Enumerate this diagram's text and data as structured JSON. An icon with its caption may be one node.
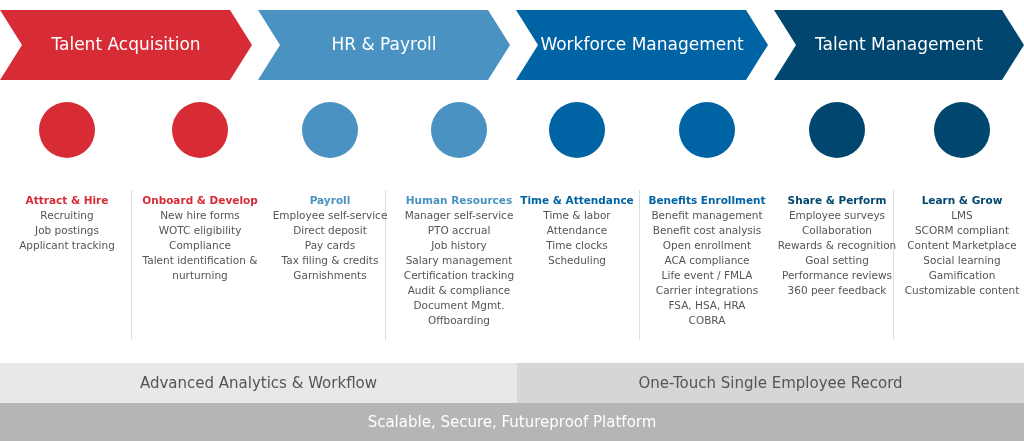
{
  "diagram": {
    "nodes": [
      {
        "text": [
          "Talent Acquisition"
        ]
      },
      {
        "text": [
          "HR & Payroll"
        ]
      },
      {
        "text": [
          "Workforce Management"
        ]
      },
      {
        "text": [
          "Talent Management"
        ]
      },
      {
        "text": [],
        "shape": "circle",
        "beside": [
          "Attract & Hire",
          "Recruiting",
          "Job postings",
          "Applicant tracking"
        ]
      },
      {
        "text": [],
        "shape": "circle",
        "beside": [
          "Onboard & Develop",
          "New hire forms",
          "WOTC eligibility",
          "Compliance",
          "Talent identification & nurturning"
        ]
      },
      {
        "text": [],
        "shape": "circle",
        "beside": [
          "Payroll",
          "Employee self-service",
          "Direct deposit",
          "Pay cards",
          "Tax filing & credits",
          "Garnishments"
        ]
      },
      {
        "text": [],
        "shape": "circle",
        "beside": [
          "Human Resources",
          "Manager self-service",
          "PTO accrual",
          "Job history",
          "Salary management",
          "Certification tracking",
          "Audit & compliance",
          "Document Mgmt.",
          "Offboarding"
        ]
      },
      {
        "text": [],
        "shape": "circle",
        "beside": [
          "Time & Attendance",
          "Time & labor",
          "Attendance",
          "Time clocks",
          "Scheduling"
        ]
      },
      {
        "text": [],
        "shape": "circle",
        "beside": [
          "Benefits Enrollment",
          "Benefit management",
          "Benefit cost analysis",
          "Open enrollment",
          "ACA compliance",
          "Life event / FMLA",
          "Carrier integrations",
          "FSA, HSA, HRA",
          "COBRA"
        ]
      },
      {
        "text": [],
        "shape": "circle",
        "beside": [
          "Share & Perform",
          "Employee surveys",
          "Collaboration",
          "Rewards & recognition",
          "Goal setting",
          "Performance reviews",
          "360 peer feedback"
        ]
      },
      {
        "text": [],
        "shape": "circle",
        "beside": [
          "Learn & Grow",
          "LMS",
          "SCORM compliant",
          "Content Marketplace",
          "Social learning",
          "Gamification",
          "Customizable content"
        ]
      },
      {
        "text": [
          "Advanced Analytics & Workflow"
        ]
      },
      {
        "text": [
          "One-Touch Single Employee Record"
        ]
      },
      {
        "text": [
          "Scalable, Secure, Futureproof Platform"
        ]
      }
    ]
  }
}
